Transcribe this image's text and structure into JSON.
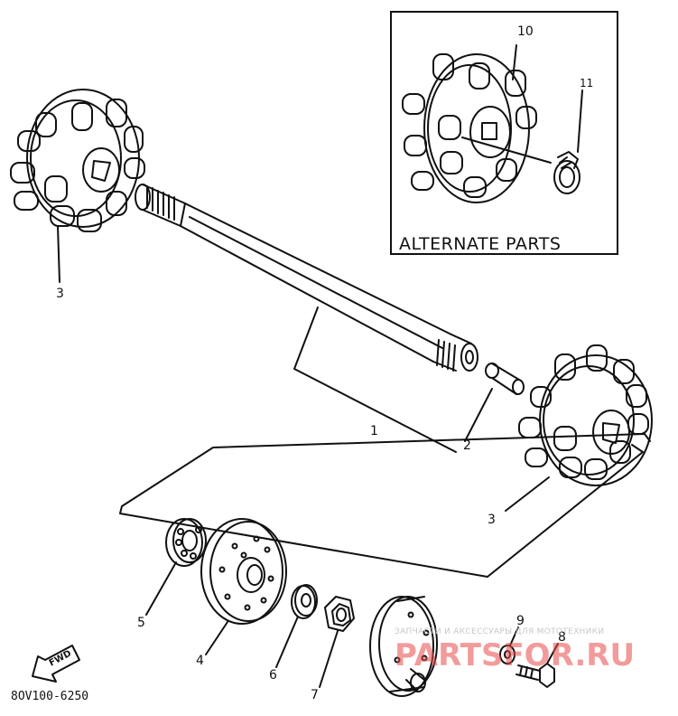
{
  "inset": {
    "title": "ALTERNATE PARTS"
  },
  "callouts": [
    "10",
    "11",
    "3",
    "1",
    "2",
    "3",
    "5",
    "4",
    "6",
    "7",
    "9",
    "8"
  ],
  "fwd_label": "FWD",
  "drawing_code": "8OV100-6250",
  "watermark": {
    "line1": "ЗАПЧАСТИ И АКСЕССУАРЫ ДЛЯ МОТОТЕХНИКИ",
    "line2": "PARTSFOR.RU"
  }
}
